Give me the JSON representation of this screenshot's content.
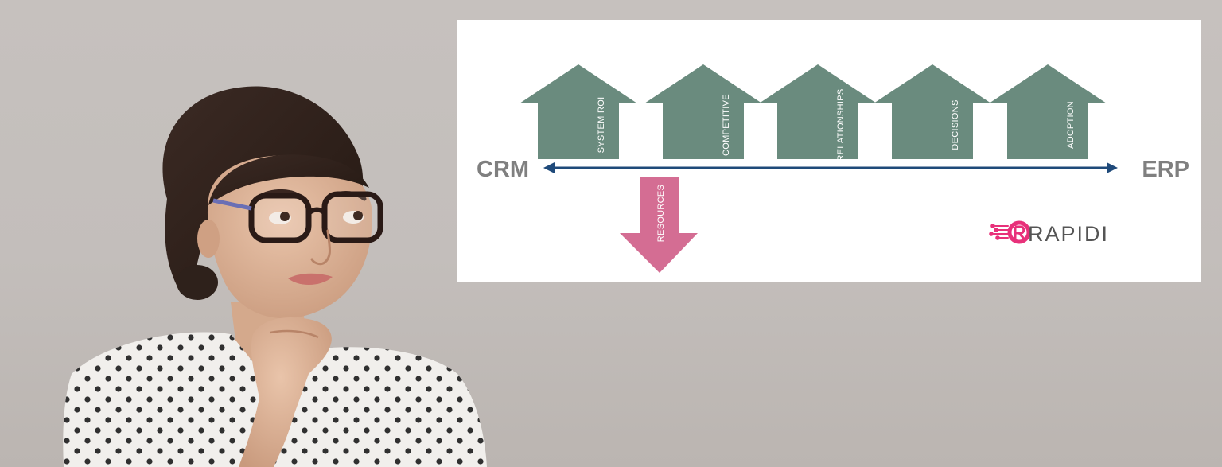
{
  "diagram": {
    "left_label": "CRM",
    "right_label": "ERP",
    "up_arrows": [
      {
        "label": "SYSTEM ROI"
      },
      {
        "label": "COMPETITIVE"
      },
      {
        "label": "RELATIONSHIPS"
      },
      {
        "label": "DECISIONS"
      },
      {
        "label": "ADOPTION"
      }
    ],
    "down_arrow": {
      "label": "RESOURCES"
    },
    "colors": {
      "up_arrow": "#6a8b7e",
      "down_arrow": "#d46d93",
      "axis_line": "#1f4a7a",
      "endpoint_text": "#7f7f7f",
      "brand_pink": "#e8317a"
    }
  },
  "brand": {
    "logo_text": "RAPIDI"
  },
  "photo": {
    "subject": "woman-thinking-with-glasses"
  }
}
